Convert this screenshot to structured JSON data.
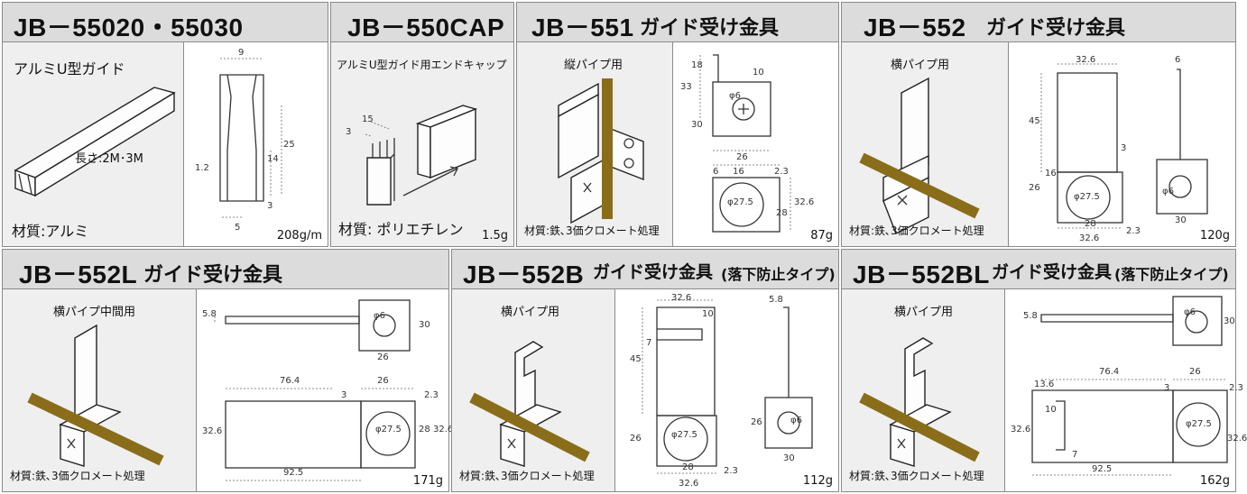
{
  "colors": {
    "header_bg": "#dcdcdc",
    "border": "#8a8a8a",
    "pipe": "#8a6d1a"
  },
  "cards": {
    "c1": {
      "code": "JB－55020・55030",
      "label": "アルミU型ガイド",
      "length": "長さ:2M･3M",
      "material": "材質:アルミ",
      "weight": "208g/m",
      "dims": [
        "9",
        "1.2",
        "14",
        "25",
        "3",
        "5"
      ]
    },
    "c2": {
      "code": "JB－550CAP",
      "label": "アルミU型ガイド用エンドキャップ",
      "material": "材質: ポリエチレン",
      "weight": "1.5g",
      "dims": [
        "15",
        "3"
      ]
    },
    "c3": {
      "code": "JB－551",
      "name": "ガイド受け金具",
      "pipe": "縦パイプ用",
      "material": "材質:鉄､3価クロメート処理",
      "weight": "87g",
      "dims": [
        "18",
        "10",
        "33",
        "φ6",
        "30",
        "26",
        "6",
        "16",
        "2.3",
        "φ27.5",
        "28",
        "32.6"
      ]
    },
    "c4": {
      "code": "JB－552",
      "name": "ガイド受け金具",
      "pipe": "横パイプ用",
      "material": "材質:鉄､3価クロメート処理",
      "weight": "120g",
      "dims": [
        "32.6",
        "6",
        "45",
        "3",
        "26",
        "16",
        "φ27.5",
        "28",
        "2.3",
        "32.6",
        "φ6",
        "30"
      ]
    },
    "c5": {
      "code": "JB－552L",
      "name": "ガイド受け金具",
      "pipe": "横パイプ中間用",
      "material": "材質:鉄､3価クロメート処理",
      "weight": "171g",
      "dims": [
        "5.8",
        "φ6",
        "30",
        "26",
        "76.4",
        "26",
        "3",
        "2.3",
        "32.6",
        "φ27.5",
        "28",
        "32.6",
        "92.5"
      ]
    },
    "c6": {
      "code": "JB－552B",
      "name": "ガイド受け金具",
      "note": "(落下防止タイプ)",
      "pipe": "横パイプ用",
      "material": "材質:鉄､3価クロメート処理",
      "weight": "112g",
      "dims": [
        "32.6",
        "10",
        "5.8",
        "7",
        "45",
        "26",
        "φ27.5",
        "φ6",
        "26",
        "28",
        "2.3",
        "32.6",
        "30"
      ]
    },
    "c7": {
      "code": "JB－552BL",
      "name": "ガイド受け金具",
      "note": "(落下防止タイプ)",
      "pipe": "横パイプ用",
      "material": "材質:鉄､3価クロメート処理",
      "weight": "162g",
      "dims": [
        "5.8",
        "φ6",
        "30",
        "76.4",
        "26",
        "13.6",
        "10",
        "3",
        "2.3",
        "32.6",
        "φ27.5",
        "32.6",
        "7",
        "92.5"
      ]
    }
  }
}
